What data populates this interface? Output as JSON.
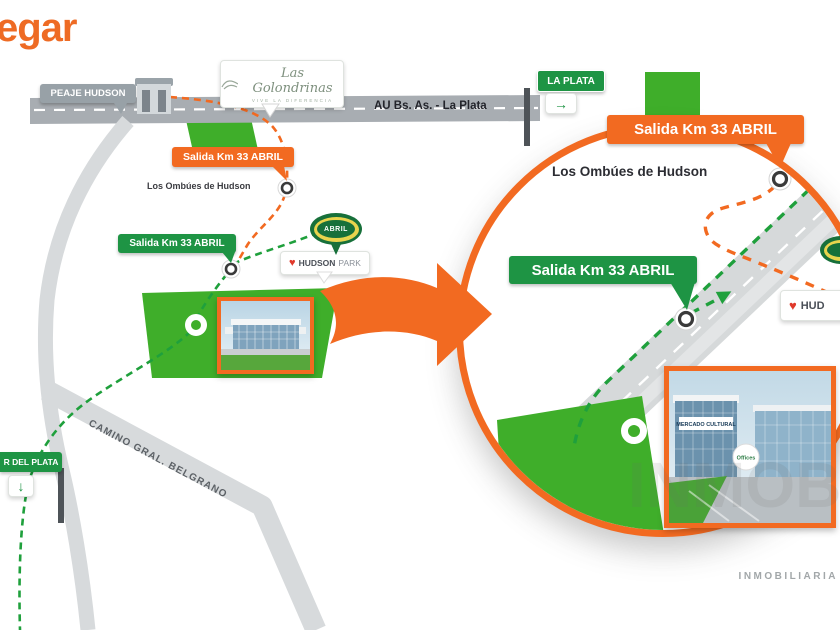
{
  "title": {
    "text": "egar"
  },
  "colors": {
    "orange": "#f26a21",
    "green_sign": "#1e9444",
    "green_patch": "#3fae2a",
    "road_dark": "#a8adb2",
    "road_light": "#d7dadc",
    "route_green": "#1fa03c"
  },
  "signs": {
    "peaje": "PEAJE HUDSON",
    "golondrinas_name": "Las Golondrinas",
    "golondrinas_tagline": "VIVE LA DIFERENCIA",
    "la_plata": "LA PLATA",
    "la_plata_arrow": "→",
    "au_highway": "AU Bs. As. - La Plata",
    "salida_orange": "Salida Km 33 ABRIL",
    "ombues": "Los Ombúes de Hudson",
    "salida_green": "Salida Km 33 ABRIL",
    "abril": "ABRIL",
    "hudson_park_heart": "♥",
    "hudson_park_hudson": "HUDSON",
    "hudson_park_park": "PARK",
    "belgrano": "CAMINO GRAL. BELGRANO",
    "mar_del_plata": "R DEL PLATA",
    "mar_del_plata_arrow": "↓"
  },
  "inset": {
    "salida_orange": "Salida Km 33 ABRIL",
    "ombues": "Los Ombúes de Hudson",
    "salida_green": "Salida Km 33 ABRIL",
    "hudson_partial_heart": "♥",
    "hudson_partial_text": "HUD",
    "building_banner": "MERCADO CULTURAL",
    "building_logo": "Offices"
  },
  "watermark": {
    "small": "INMOBILIARIA",
    "big": "INMOBILIARIA"
  }
}
